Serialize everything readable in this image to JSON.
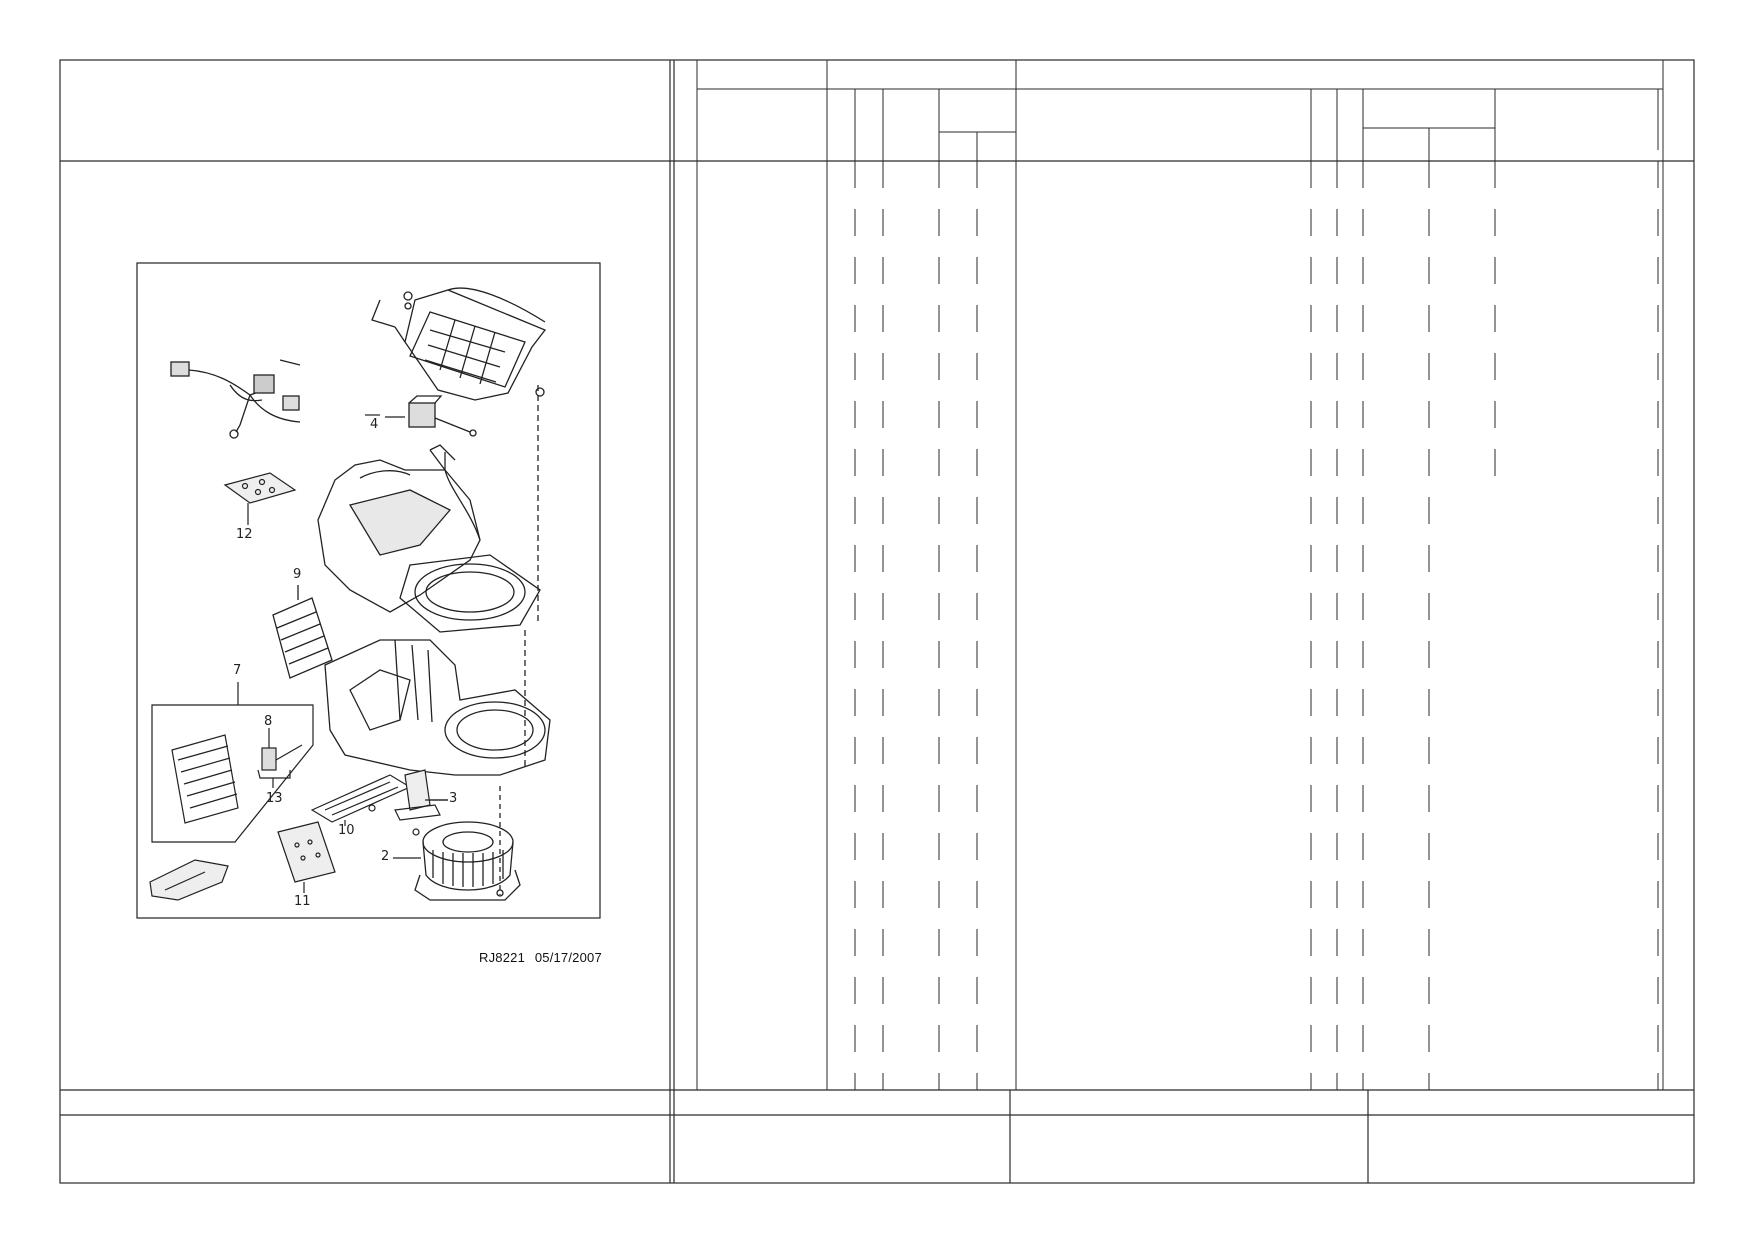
{
  "drawing": {
    "code": "RJ8221",
    "date": "05/17/2007",
    "callouts": [
      "2",
      "3",
      "4",
      "7",
      "8",
      "9",
      "10",
      "11",
      "12",
      "13"
    ]
  },
  "parts_table": {
    "rows_visible": 0
  },
  "colors": {
    "line": "#2a2a2a",
    "paper": "#ffffff"
  }
}
